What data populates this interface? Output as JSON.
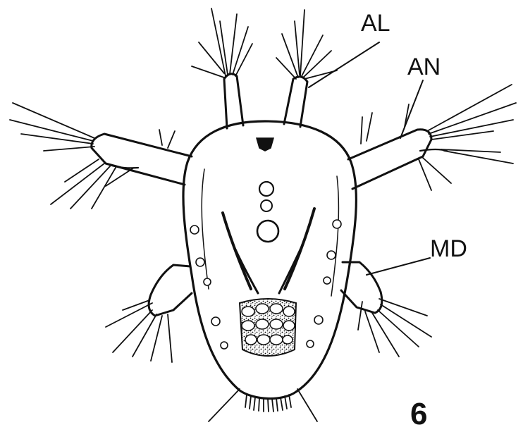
{
  "labels": {
    "al": "AL",
    "an": "AN",
    "md": "MD"
  },
  "figure_number": "6",
  "colors": {
    "ink": "#111111",
    "paper": "#ffffff"
  }
}
